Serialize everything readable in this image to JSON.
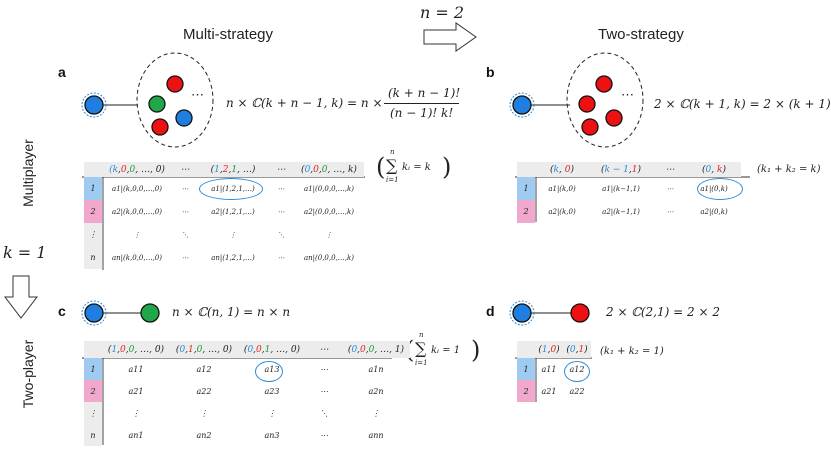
{
  "headers": {
    "multi": "Multi-strategy",
    "two": "Two-strategy",
    "n_eq": "n = 2",
    "k_eq": "k = 1"
  },
  "rows": {
    "multi": "Multiplayer",
    "two": "Two-player"
  },
  "panels": {
    "a": "a",
    "b": "b",
    "c": "c",
    "d": "d"
  },
  "formulas": {
    "a_lhs": "n × ℂ(k + n − 1, k) = n ×",
    "a_num": "(k + n − 1)!",
    "a_den": "(n − 1)! k!",
    "b": "2 × ℂ(k + 1, k) = 2 × (k + 1)",
    "c": "n × ℂ(n, 1) = n × n",
    "d": "2 × ℂ(2,1) = 2 × 2"
  },
  "ellipsis_dots": "⋯",
  "constraints": {
    "a": {
      "open": "(",
      "sum_top": "n",
      "sum_bot": "i=1",
      "body": "kᵢ = k",
      "close": ")"
    },
    "b": "(k₁ + k₂ = k)",
    "c": {
      "open": "(",
      "sum_top": "n",
      "sum_bot": "i=1",
      "body": "kᵢ = 1",
      "close": ")"
    },
    "d": "(k₁ + k₂ = 1)"
  },
  "tableA": {
    "header": [
      "(k,0,0, …, 0)",
      "⋯",
      "(1,2,1, …)",
      "⋯",
      "(0,0,0, …, k)"
    ],
    "rows": [
      {
        "idx": "1",
        "cells": [
          "a1|(k,0,0,…,0)",
          "⋯",
          "a1|(1,2,1,…)",
          "⋯",
          "a1|(0,0,0,…,k)"
        ]
      },
      {
        "idx": "2",
        "cells": [
          "a2|(k,0,0,…,0)",
          "⋯",
          "a2|(1,2,1,…)",
          "⋯",
          "a2|(0,0,0,…,k)"
        ]
      },
      {
        "idx": "⋮",
        "cells": [
          "⋮",
          "⋱",
          "⋮",
          "⋱",
          "⋮"
        ]
      },
      {
        "idx": "n",
        "cells": [
          "an|(k,0,0,…,0)",
          "⋯",
          "an|(1,2,1,…)",
          "⋯",
          "an|(0,0,0,…,k)"
        ]
      }
    ]
  },
  "tableB": {
    "header": [
      "(k, 0)",
      "(k − 1,1)",
      "⋯",
      "(0, k)"
    ],
    "rows": [
      {
        "idx": "1",
        "cells": [
          "a1|(k,0)",
          "a1|(k−1,1)",
          "⋯",
          "a1|(0,k)"
        ]
      },
      {
        "idx": "2",
        "cells": [
          "a2|(k,0)",
          "a2|(k−1,1)",
          "⋯",
          "a2|(0,k)"
        ]
      }
    ]
  },
  "tableC": {
    "header": [
      "(1,0,0, …, 0)",
      "(0,1,0, …, 0)",
      "(0,0,1, …, 0)",
      "⋯",
      "(0,0,0, …, 1)"
    ],
    "rows": [
      {
        "idx": "1",
        "cells": [
          "a11",
          "a12",
          "a13",
          "⋯",
          "a1n"
        ]
      },
      {
        "idx": "2",
        "cells": [
          "a21",
          "a22",
          "a23",
          "⋯",
          "a2n"
        ]
      },
      {
        "idx": "⋮",
        "cells": [
          "⋮",
          "⋮",
          "⋮",
          "⋱",
          "⋮"
        ]
      },
      {
        "idx": "n",
        "cells": [
          "an1",
          "an2",
          "an3",
          "⋯",
          "ann"
        ]
      }
    ]
  },
  "tableD": {
    "header": [
      "(1,0)",
      "(0,1)"
    ],
    "rows": [
      {
        "idx": "1",
        "cells": [
          "a11",
          "a12"
        ]
      },
      {
        "idx": "2",
        "cells": [
          "a21",
          "a22"
        ]
      }
    ]
  },
  "colors": {
    "blue": "#1e7fe0",
    "green": "#1fa84a",
    "red": "#ee1111",
    "ring": "#2a8bd8",
    "rowBlue": "#9fcbf0",
    "rowPink": "#f2a8cc"
  }
}
